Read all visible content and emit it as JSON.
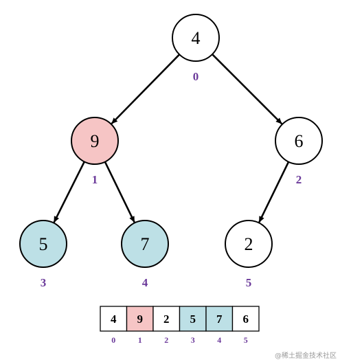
{
  "colors": {
    "index_text": "#6b3a9a",
    "stroke": "#000000",
    "default_fill": "#ffffff",
    "highlight_red": "#f6c5c5",
    "highlight_blue": "#bde0e6",
    "watermark": "#9a9a9a"
  },
  "tree": {
    "nodes": [
      {
        "index": "0",
        "value": "4",
        "fill": "default"
      },
      {
        "index": "1",
        "value": "9",
        "fill": "highlight_red"
      },
      {
        "index": "2",
        "value": "6",
        "fill": "default"
      },
      {
        "index": "3",
        "value": "5",
        "fill": "highlight_blue"
      },
      {
        "index": "4",
        "value": "7",
        "fill": "highlight_blue"
      },
      {
        "index": "5",
        "value": "2",
        "fill": "default"
      }
    ],
    "edges": [
      [
        "0",
        "1"
      ],
      [
        "0",
        "2"
      ],
      [
        "1",
        "3"
      ],
      [
        "1",
        "4"
      ],
      [
        "2",
        "5"
      ]
    ]
  },
  "array": {
    "cells": [
      {
        "index": "0",
        "value": "4",
        "fill": "default"
      },
      {
        "index": "1",
        "value": "9",
        "fill": "highlight_red"
      },
      {
        "index": "2",
        "value": "2",
        "fill": "default"
      },
      {
        "index": "3",
        "value": "5",
        "fill": "highlight_blue"
      },
      {
        "index": "4",
        "value": "7",
        "fill": "highlight_blue"
      },
      {
        "index": "5",
        "value": "6",
        "fill": "default"
      }
    ]
  },
  "watermark": "@稀土掘金技术社区"
}
